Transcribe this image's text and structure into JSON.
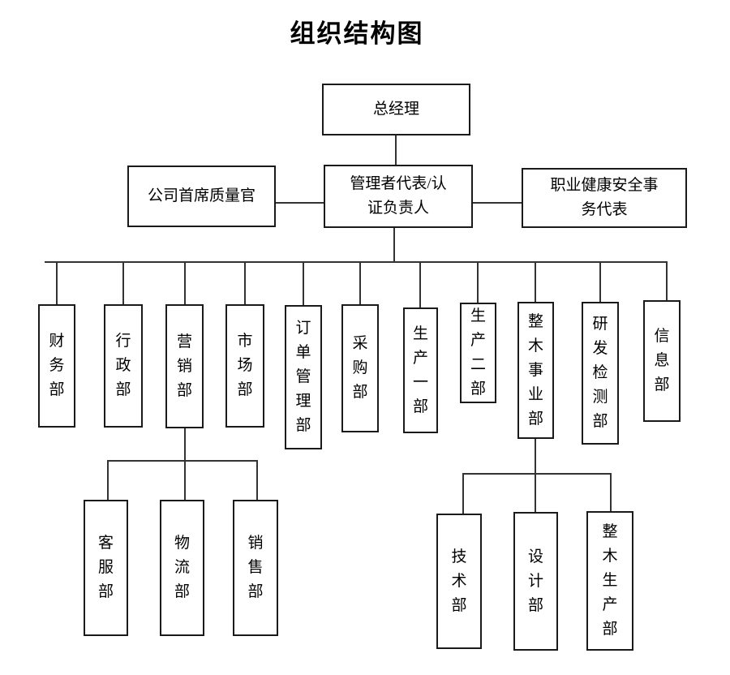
{
  "title": "组织结构图",
  "colors": {
    "background": "#ffffff",
    "box_border": "#1a1a1a",
    "line": "#333333",
    "text": "#000000"
  },
  "chart": {
    "root": {
      "label": "总经理"
    },
    "level2": {
      "left": {
        "label": "公司首席质量官"
      },
      "center": {
        "label": "管理者代表/认\n证负责人"
      },
      "right": {
        "label": "职业健康安全事\n务代表"
      }
    },
    "departments": [
      {
        "label": "财务部"
      },
      {
        "label": "行政部"
      },
      {
        "label": "营销部"
      },
      {
        "label": "市场部"
      },
      {
        "label": "订单管理部"
      },
      {
        "label": "采购部"
      },
      {
        "label": "生产一部"
      },
      {
        "label": "生产二部"
      },
      {
        "label": "整木事业部"
      },
      {
        "label": "研发检测部"
      },
      {
        "label": "信息部"
      }
    ],
    "marketing_children": [
      {
        "label": "客服部"
      },
      {
        "label": "物流部"
      },
      {
        "label": "销售部"
      }
    ],
    "wholewood_children": [
      {
        "label": "技术部"
      },
      {
        "label": "设计部"
      },
      {
        "label": "整木生产部"
      }
    ]
  }
}
